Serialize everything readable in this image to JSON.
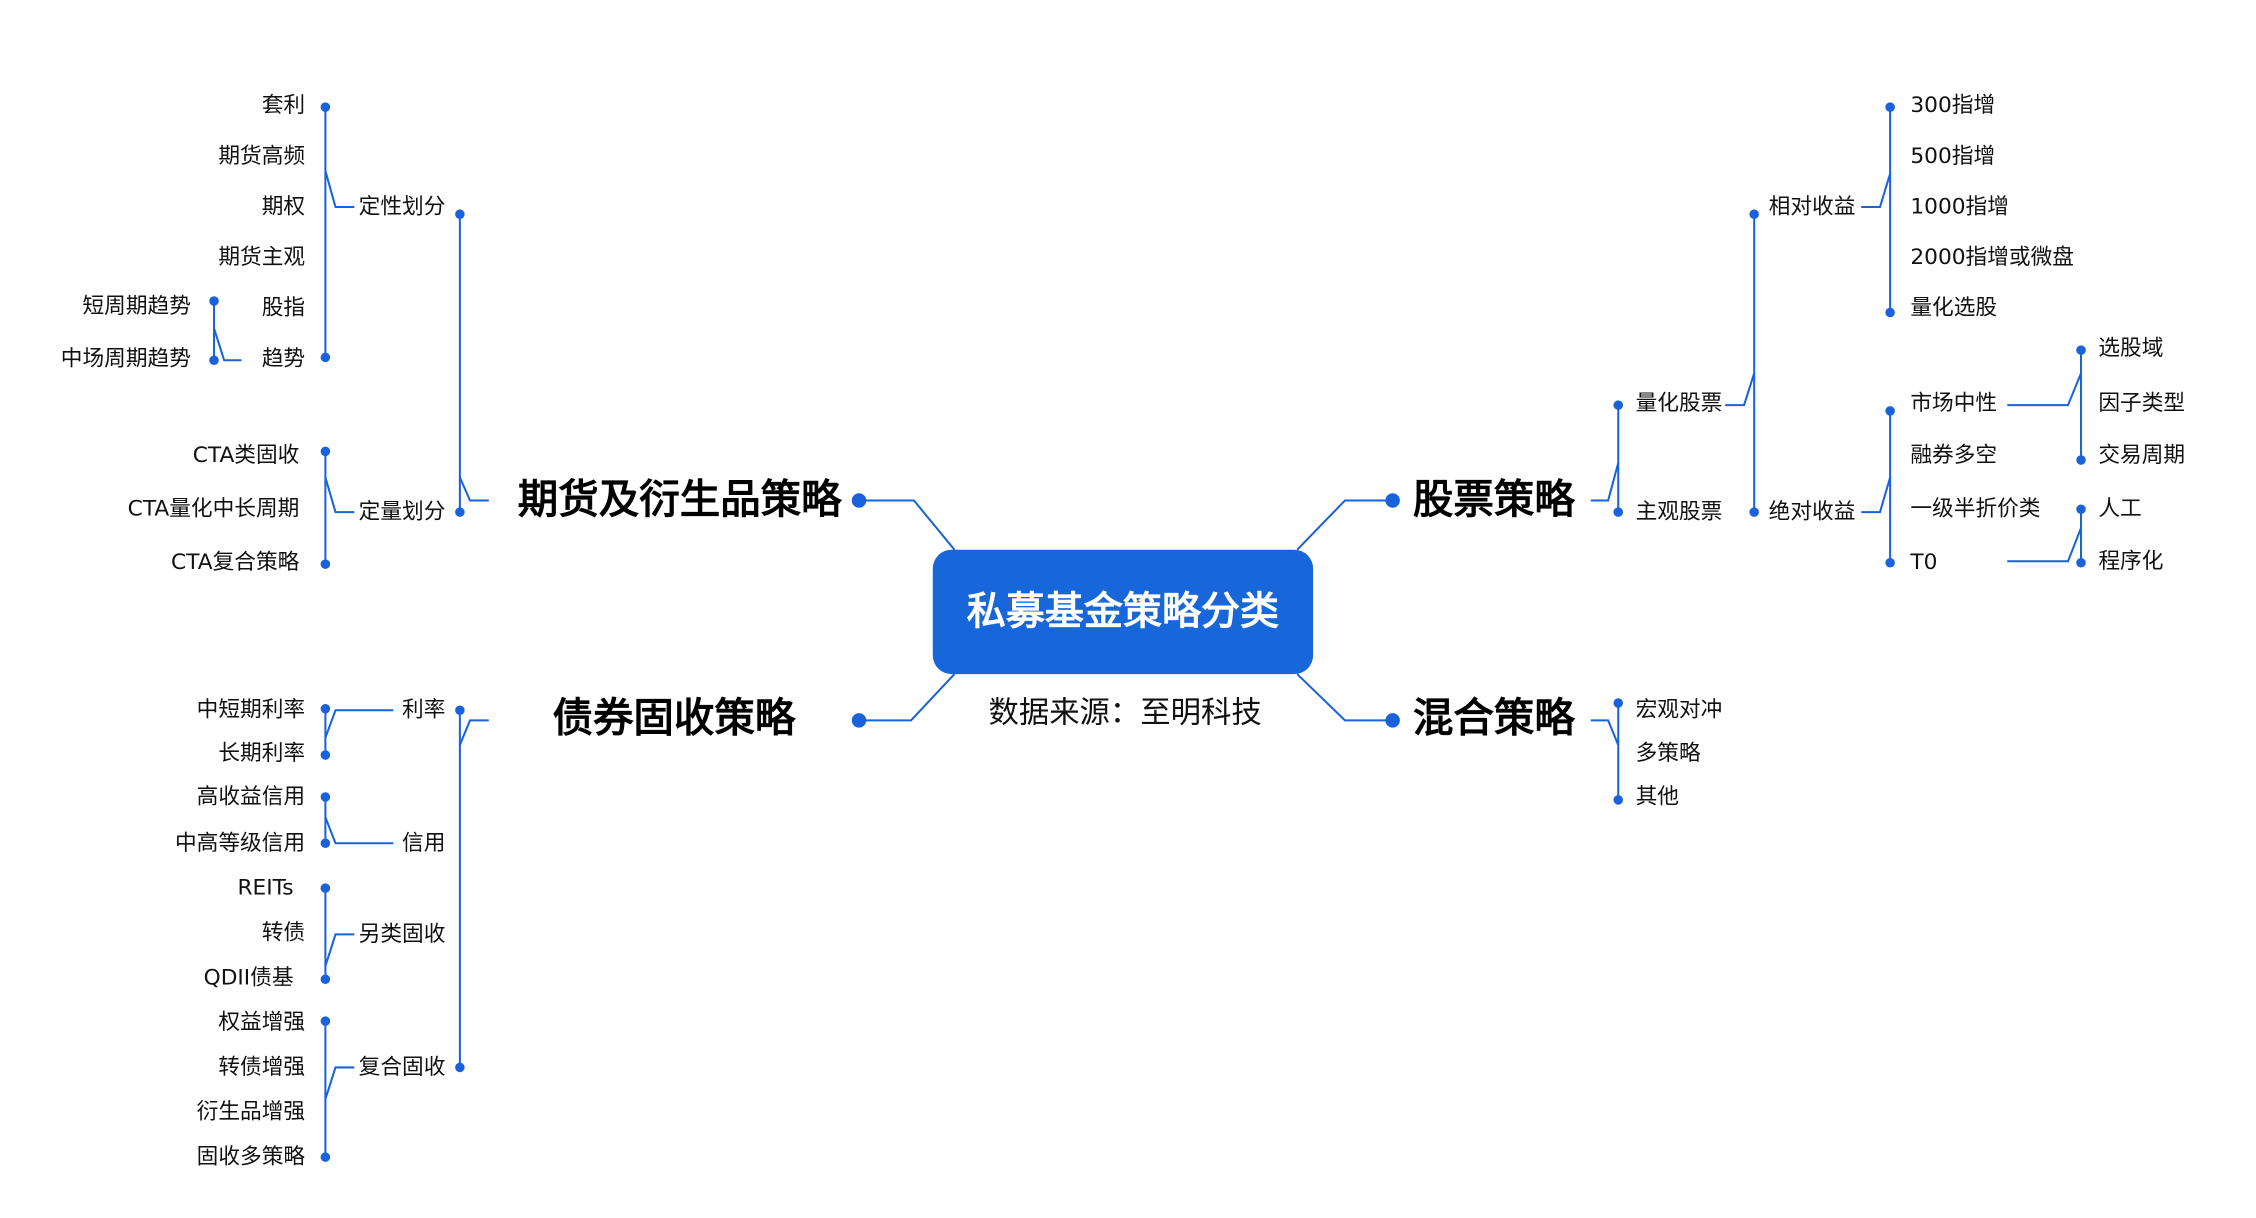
{
  "title": "私募基金策略分类",
  "source": "数据来源：至明科技",
  "colors": {
    "accent": "#1A62DC",
    "center_box": "#1766DA"
  },
  "futures": {
    "label": "期货及衍生品策略",
    "children": [
      {
        "label": "定性划分",
        "children": [
          "套利",
          "期货高频",
          "期权",
          "期货主观",
          "股指",
          "趋势"
        ]
      },
      {
        "label": "定量划分",
        "children": [
          "CTA类固收",
          "CTA量化中长周期",
          "CTA复合策略"
        ]
      }
    ],
    "trend_children": [
      "短周期趋势",
      "中场周期趋势"
    ]
  },
  "bond": {
    "label": "债券固收策略",
    "children": [
      {
        "label": "利率",
        "children": [
          "中短期利率",
          "长期利率"
        ]
      },
      {
        "label": "信用",
        "children": [
          "高收益信用",
          "中高等级信用"
        ]
      },
      {
        "label": "另类固收",
        "children": [
          "REITs",
          "转债",
          "QDII债基"
        ]
      },
      {
        "label": "复合固收",
        "children": [
          "权益增强",
          "转债增强",
          "衍生品增强",
          "固收多策略"
        ]
      }
    ]
  },
  "stock": {
    "label": "股票策略",
    "children": [
      {
        "label": "量化股票"
      },
      {
        "label": "主观股票"
      }
    ],
    "quant": [
      {
        "label": "相对收益",
        "children": [
          "300指增",
          "500指增",
          "1000指增",
          "2000指增或微盘",
          "量化选股"
        ]
      },
      {
        "label": "绝对收益",
        "children": [
          "市场中性",
          "融券多空",
          "一级半折价类",
          "T0"
        ]
      }
    ],
    "market_neutral_children": [
      "选股域",
      "因子类型",
      "交易周期"
    ],
    "t0_children": [
      "人工",
      "程序化"
    ]
  },
  "mixed": {
    "label": "混合策略",
    "children": [
      "宏观对冲",
      "多策略",
      "其他"
    ]
  }
}
